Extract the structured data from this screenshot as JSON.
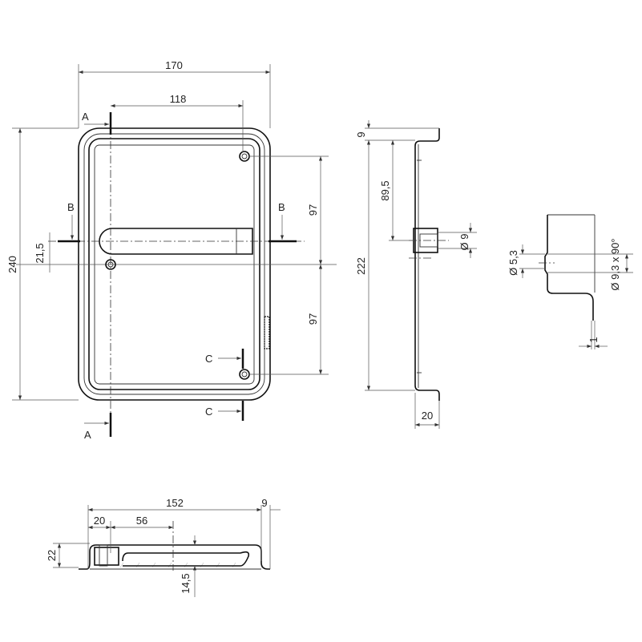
{
  "front_view": {
    "width": "170",
    "hole_spacing": "118",
    "height": "240",
    "handle_offset": "21,5",
    "upper_spacing": "97",
    "lower_spacing": "97",
    "section_a_top": "A",
    "section_a_bottom": "A",
    "section_b_left": "B",
    "section_b_right": "B",
    "section_c_top": "C",
    "section_c_bottom": "C"
  },
  "side_view": {
    "flange": "9",
    "to_center": "89,5",
    "length": "222",
    "bore": "Ø 9",
    "depth": "20"
  },
  "detail_view": {
    "hole": "Ø 5,3",
    "countersink": "Ø 9,3 x 90°",
    "thickness": "1"
  },
  "section_view": {
    "width": "152",
    "flange": "9",
    "offset": "20",
    "handle_pos": "56",
    "height": "22",
    "handle_depth": "14,5"
  }
}
